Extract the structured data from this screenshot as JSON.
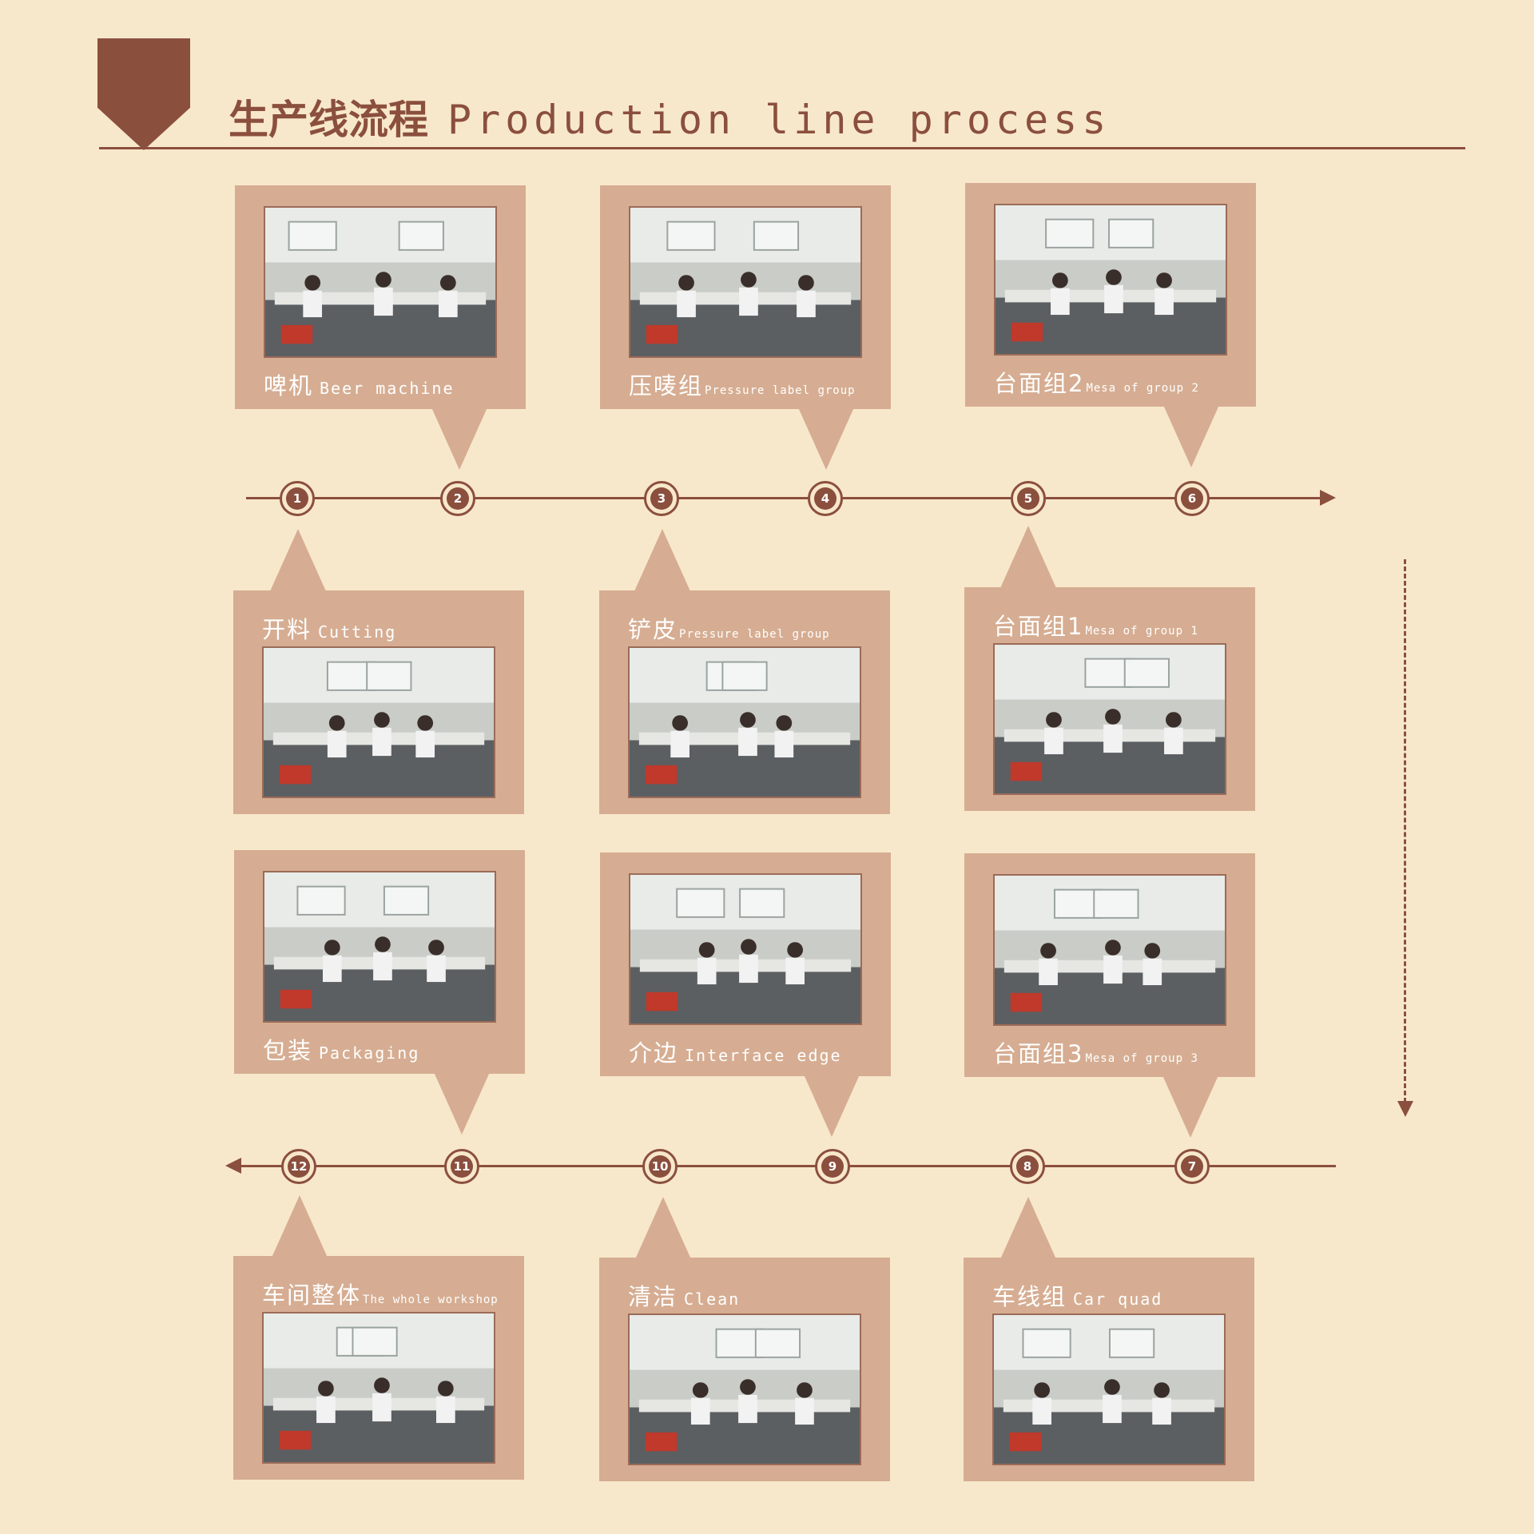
{
  "title": {
    "cn": "生产线流程",
    "en": "Production line process"
  },
  "steps": [
    {
      "label": "1"
    },
    {
      "label": "2"
    },
    {
      "label": "3"
    },
    {
      "label": "4"
    },
    {
      "label": "5"
    },
    {
      "label": "6"
    },
    {
      "label": "7"
    },
    {
      "label": "8"
    },
    {
      "label": "9"
    },
    {
      "label": "10"
    },
    {
      "label": "11"
    },
    {
      "label": "12"
    }
  ],
  "cards": [
    {
      "cn": "啤机",
      "en": "Beer machine"
    },
    {
      "cn": "压唛组",
      "en": "Pressure label group"
    },
    {
      "cn": "台面组2",
      "en": "Mesa of group 2"
    },
    {
      "cn": "开料",
      "en": "Cutting"
    },
    {
      "cn": "铲皮",
      "en": "Pressure label group"
    },
    {
      "cn": "台面组1",
      "en": "Mesa of group 1"
    },
    {
      "cn": "包装",
      "en": "Packaging"
    },
    {
      "cn": "介边",
      "en": "Interface edge"
    },
    {
      "cn": "台面组3",
      "en": "Mesa of group 3"
    },
    {
      "cn": "车间整体",
      "en": "The whole workshop"
    },
    {
      "cn": "清洁",
      "en": "Clean"
    },
    {
      "cn": "车线组",
      "en": "Car quad"
    }
  ]
}
